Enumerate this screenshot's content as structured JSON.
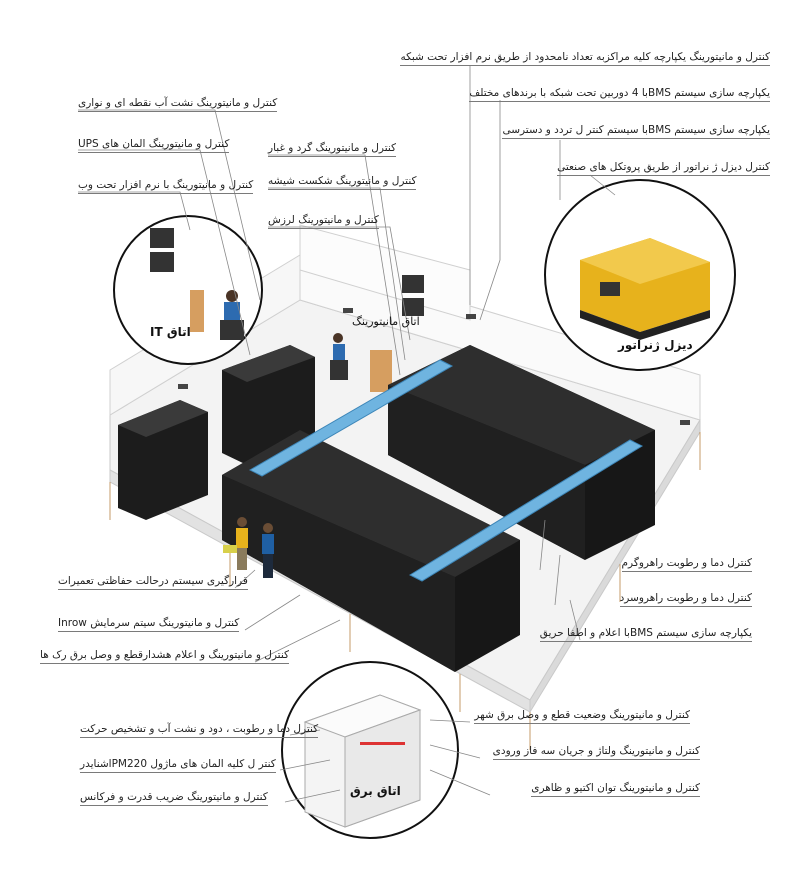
{
  "labels_top_right": [
    "کنترل و مانیتورینگ یکپارچه کلیه مراکزبه تعداد نامحدود از طریق نرم افزار تحت شبکه",
    "یکپارچه سازی سیستم BMSبا 4 دوربین تحت شبکه با برندهای مختلف",
    "یکپارچه سازی سیستم BMSبا سیستم کنتر ل تردد و دسترسی",
    "کنترل دیزل ژ نراتور از طریق پروتکل های صنعتی"
  ],
  "labels_top_left": [
    "کنترل و مانیتورینگ نشت آب نقطه ای و نواری",
    "کنترل و مانیتورینگ المان های UPS",
    "کنترل و مانیتورینگ با نرم افزار تحت وب"
  ],
  "labels_top_middle": [
    "کنترل و مانیتورینگ گرد و غبار",
    "کنترل و مانیتورینگ شکست شیشه",
    "کنترل و مانیتورینگ لرزش"
  ],
  "labels_left": [
    "قرارگیری سیستم درحالت حفاظتی تعمیرات",
    "کنترل و مانیتورینگ سیتم سرمایش Inrow",
    "کنترل و مانیتورینگ و اعلام هشدارقطع و وصل برق رک ها"
  ],
  "labels_right_middle": [
    "کنترل دما و رطوبت راهروگرم",
    "کنترل دما و رطوبت راهروسرد",
    "یکپارچه سازی سیستم BMSبا اعلام و اطفا حریق"
  ],
  "labels_bottom_left": [
    "کنترل دما و رطوبت ، دود و نشت آب و تشخیص حرکت",
    "کنتر ل کلیه المان های ماژول PM220اشنایدر",
    "کنترل و مانیتورینگ ضریب قدرت و فرکانس"
  ],
  "labels_bottom_right": [
    "کنترل و مانیتورینگ وضعیت قطع و وصل برق شهر",
    "کنترل و مانیتورینگ ولتاژ و جریان سه فاز ورودی",
    "کنترل و مانیتورینگ توان اکتیو و ظاهری"
  ],
  "circles": {
    "it_room": "اتاق IT",
    "diesel": "دیزل ژنراتور",
    "electric_room": "اتاق برق"
  },
  "monitoring_room": "اتاق مانیتورینگ",
  "colors": {
    "rack": "#1e1e1e",
    "tray": "#5aa7d8",
    "generator": "#e7b21c",
    "floor": "#f1f1f1"
  }
}
